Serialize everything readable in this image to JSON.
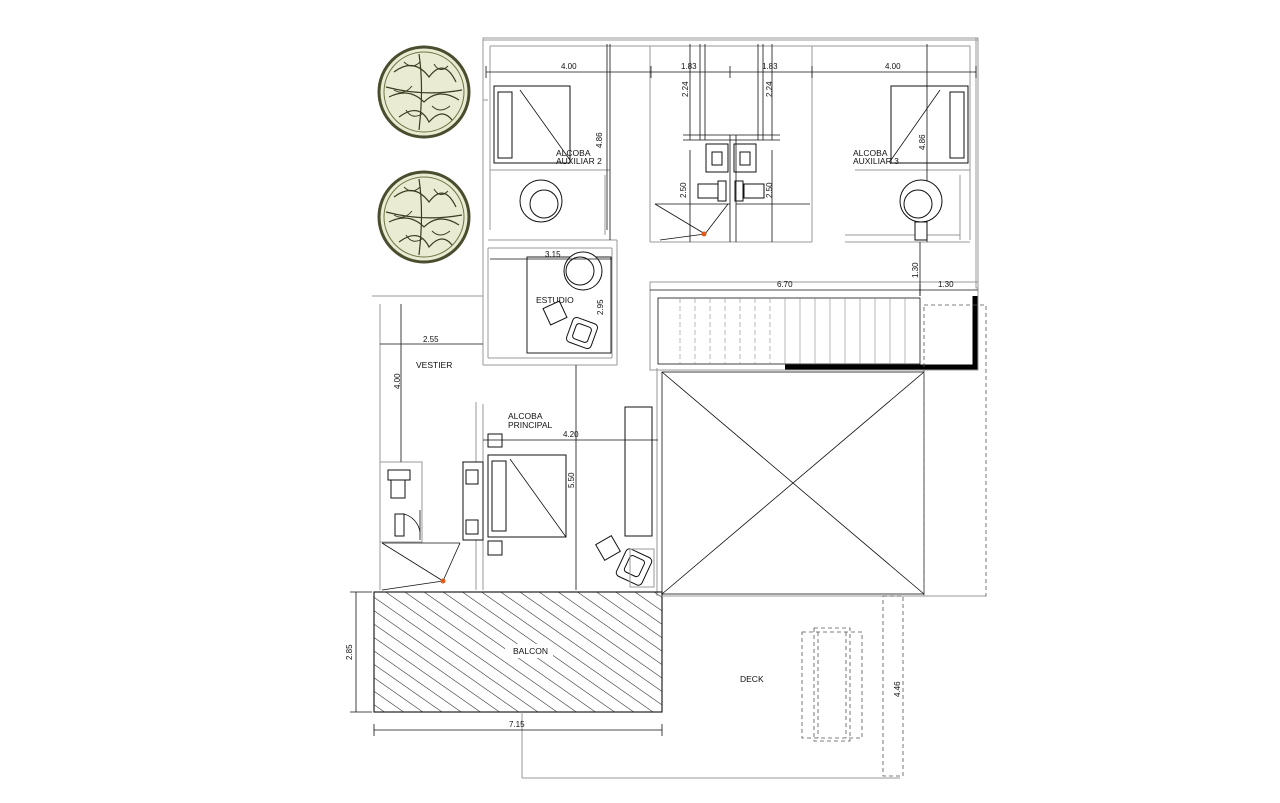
{
  "rooms": {
    "alcoba_aux_2": [
      "ALCOBA",
      "AUXILIAR 2"
    ],
    "alcoba_aux_3": [
      "ALCOBA",
      "AUXILIAR 3"
    ],
    "estudio": "ESTUDIO",
    "vestier": "VESTIER",
    "alcoba_principal": [
      "ALCOBA",
      "PRINCIPAL"
    ],
    "balcon": "BALCON",
    "deck": "DECK"
  },
  "dimensions": {
    "aux2_width": "4.00",
    "bath_left_width": "1.83",
    "bath_right_width": "1.83",
    "aux3_width": "4.00",
    "aux2_depth": "4.86",
    "bath_left_depth": "2.24",
    "bath_right_depth": "2.24",
    "aux3_depth": "4.86",
    "bath_left_lower": "2.50",
    "bath_right_lower": "2.50",
    "estudio_width": "3.15",
    "estudio_depth": "2.95",
    "hall_gap": "1.30",
    "stair_width": "6.70",
    "stair_side": "1.30",
    "vestier_width": "2.55",
    "vestier_depth": "4.00",
    "principal_width": "4.20",
    "principal_depth": "5.50",
    "balcon_depth": "2.85",
    "balcon_width": "7.15",
    "deck_depth": "4.46"
  },
  "colors": {
    "line": "#111111",
    "wall": "#999999",
    "tree_fill": "#e9ecd2",
    "tree_stroke": "#4a4d2e",
    "marker": "#e05a1a"
  }
}
